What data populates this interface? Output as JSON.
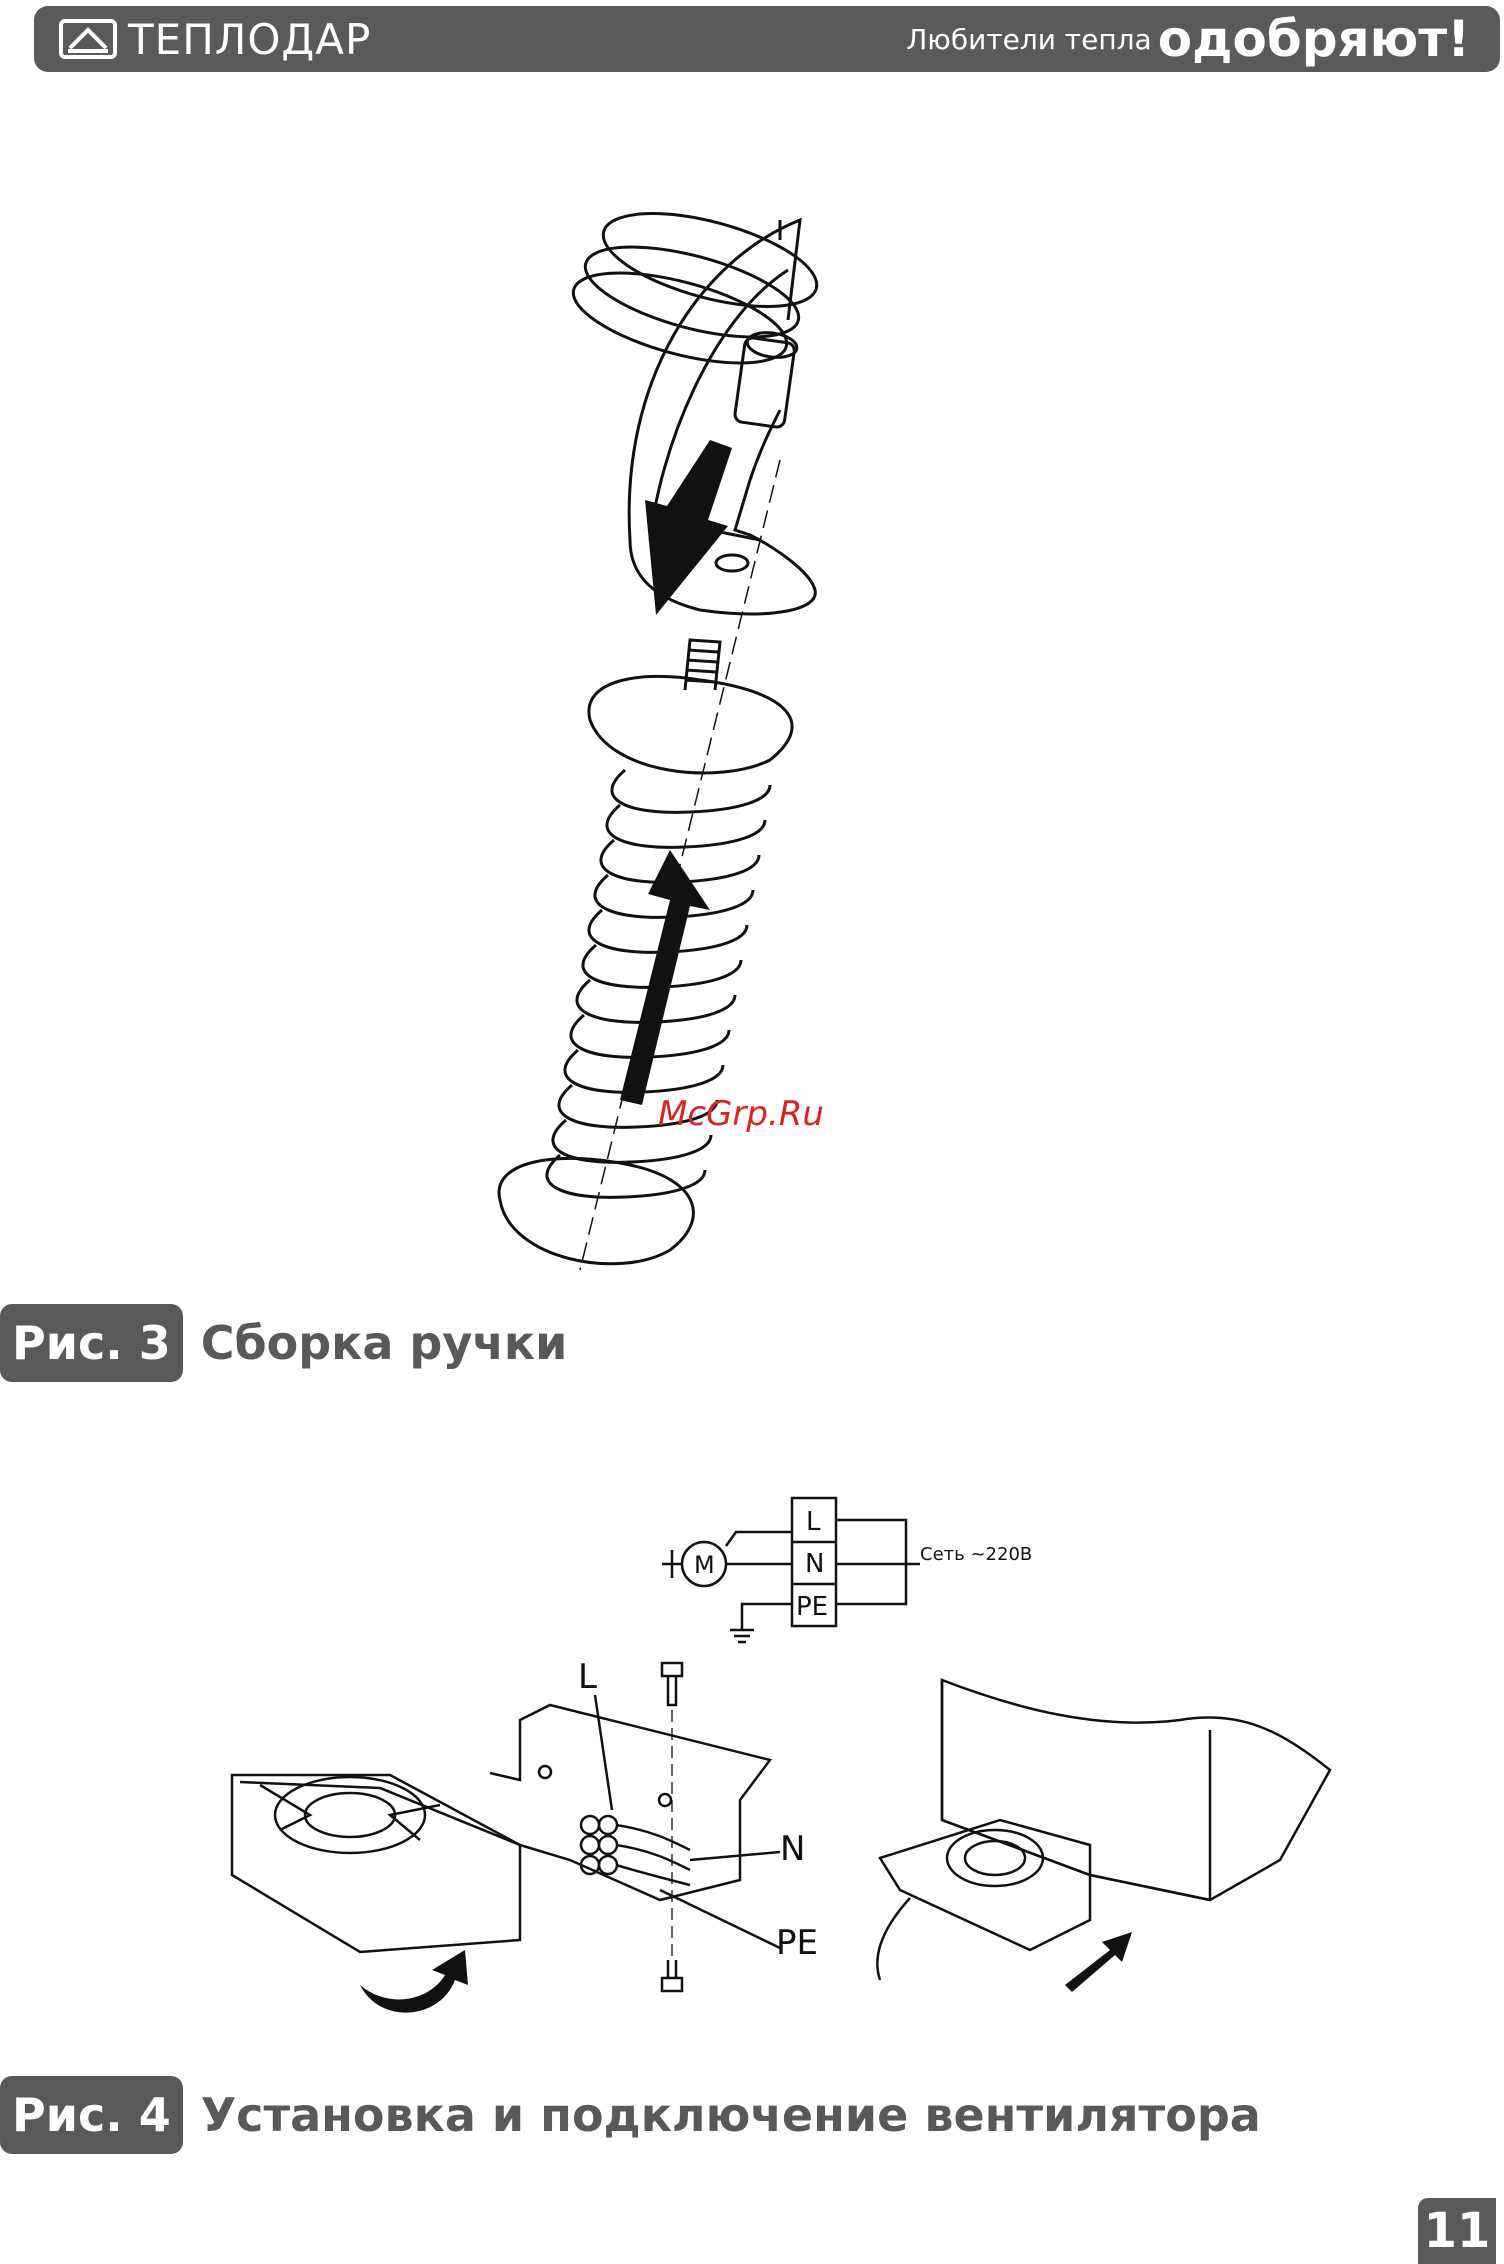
{
  "header": {
    "brand": "ТЕПЛОДАР",
    "slogan_small": "Любители тепла",
    "slogan_big": "одобряют!"
  },
  "figure3": {
    "badge": "Рис. 3",
    "caption": "Сборка ручки"
  },
  "figure4": {
    "badge": "Рис. 4",
    "caption": "Установка и подключение вентилятора",
    "schematic": {
      "terminals": [
        "L",
        "N",
        "PE"
      ],
      "motor": "M",
      "network": "Сеть ~220В"
    },
    "labels": {
      "L": "L",
      "N": "N",
      "PE": "PE"
    }
  },
  "watermark": "McGrp.Ru",
  "page_number": "11"
}
